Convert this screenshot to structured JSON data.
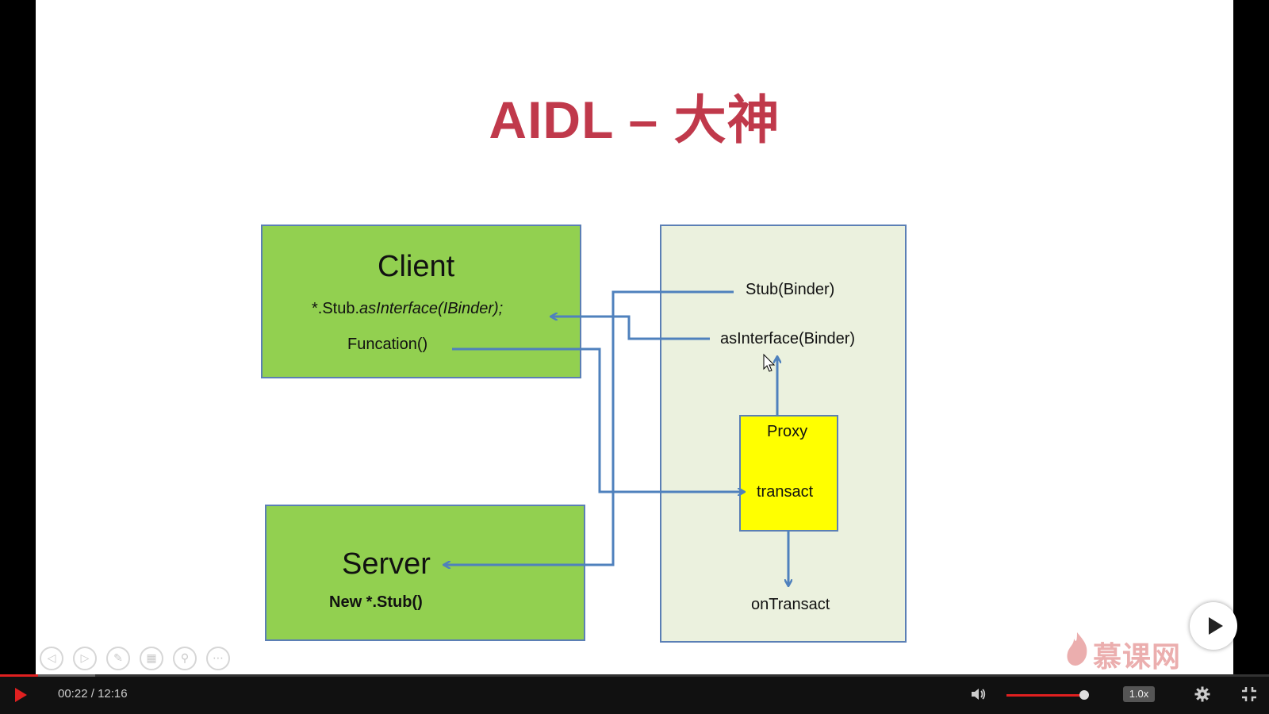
{
  "slide": {
    "title": "AIDL – 大神",
    "title_color": "#c0394b",
    "client": {
      "heading": "Client",
      "line1_prefix": "*.Stub.",
      "line1_italic": "asInterface(IBinder);",
      "line2": "Funcation()"
    },
    "server": {
      "heading": "Server",
      "line1": "New  *.Stub()"
    },
    "panel": {
      "stub_label": "Stub(Binder)",
      "asinterface_label": "asInterface(Binder)",
      "proxy_label": "Proxy",
      "transact_label": "transact",
      "ontransact_label": "onTransact"
    },
    "colors": {
      "green_box": "#92d050",
      "panel_bg": "#ebf1de",
      "proxy_bg": "#ffff00",
      "arrow": "#4f81bd"
    }
  },
  "watermark": {
    "text": "慕课网",
    "icon": "flame-icon"
  },
  "player": {
    "current_time": "00:22",
    "separator": " / ",
    "duration": "12:16",
    "progress_fraction": 0.03,
    "buffered_fraction": 0.075,
    "volume_fraction": 0.96,
    "speed_label": "1.0x",
    "accent_color": "#e02020",
    "icons": {
      "play": "play-icon",
      "volume": "volume-icon",
      "settings": "gear-icon",
      "exit_fullscreen": "exit-fullscreen-icon"
    }
  },
  "slide_tools": [
    "prev-slide-icon",
    "next-slide-icon",
    "pen-icon",
    "slides-grid-icon",
    "zoom-icon",
    "more-icon"
  ]
}
